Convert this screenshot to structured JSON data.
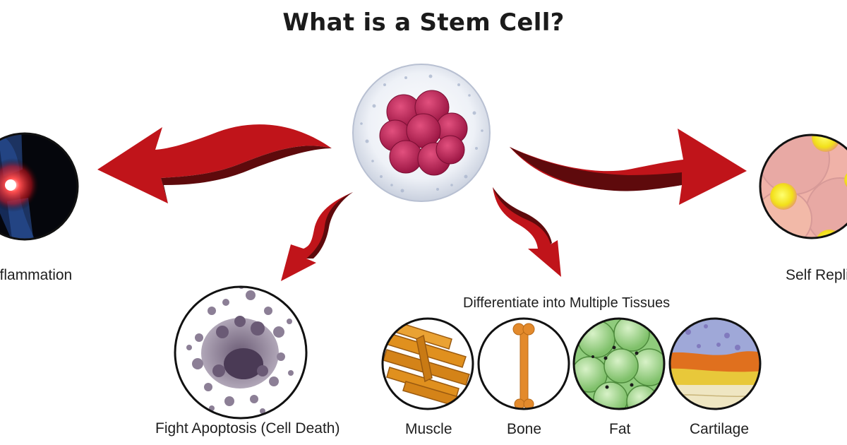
{
  "title": "What is a Stem Cell?",
  "labels": {
    "inflammation": "Inflammation",
    "self_replicate": "Self Replication",
    "apoptosis": "Fight Apoptosis (Cell Death)",
    "differentiate": "Differentiate into Multiple Tissues",
    "muscle": "Muscle",
    "bone": "Bone",
    "fat": "Fat",
    "cartilage": "Cartilage"
  },
  "colors": {
    "arrow": "#c0141a",
    "arrow_dark": "#5e0a0c",
    "cell_nucleus": "#c2285a",
    "muscle": "#e0901e",
    "bone": "#e38a2c",
    "fat": "#9ed38a",
    "replication": "#f0b2a8"
  }
}
